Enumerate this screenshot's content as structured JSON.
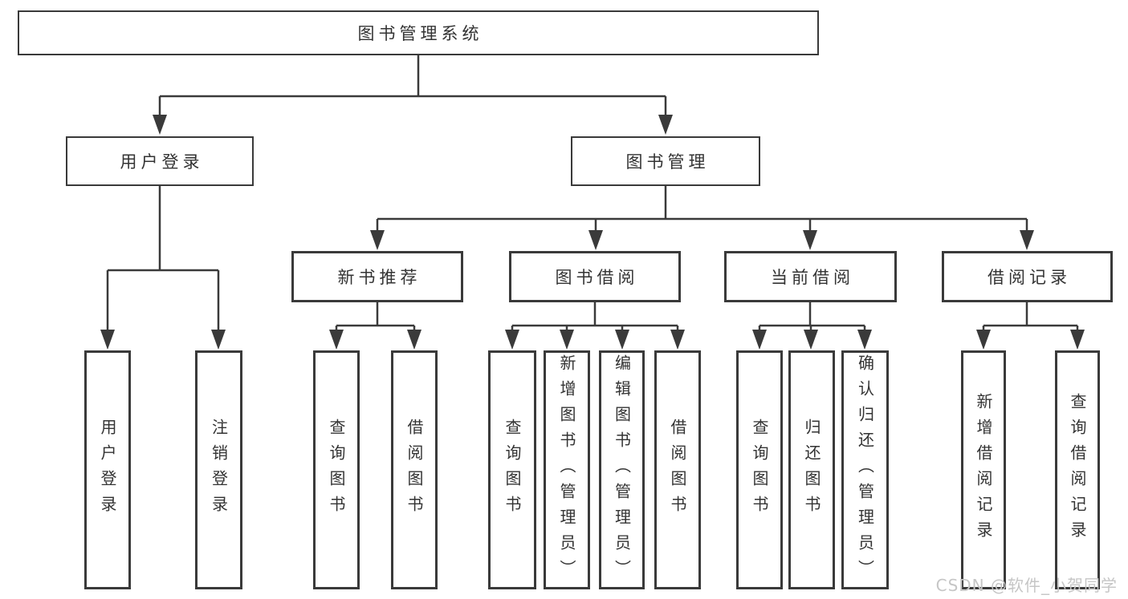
{
  "diagram": {
    "root": "图书管理系统",
    "level2": [
      "用户登录",
      "图书管理"
    ],
    "level3": [
      "新书推荐",
      "图书借阅",
      "当前借阅",
      "借阅记录"
    ],
    "leaves": {
      "user": [
        "用户登录",
        "注销登录"
      ],
      "newbook": [
        "查询图书",
        "借阅图书"
      ],
      "borrow": [
        "查询图书",
        "新增图书（管理员）",
        "编辑图书（管理员）",
        "借阅图书"
      ],
      "current": [
        "查询图书",
        "归还图书",
        "确认归还（管理员）"
      ],
      "records": [
        "新增借阅记录",
        "查询借阅记录"
      ]
    }
  },
  "watermark": "CSDN @软件_小贺同学",
  "colors": {
    "line": "#3a3a3a",
    "box_border": "#3a3a3a",
    "text": "#333333",
    "background": "#ffffff",
    "watermark": "#c6c6c6"
  }
}
